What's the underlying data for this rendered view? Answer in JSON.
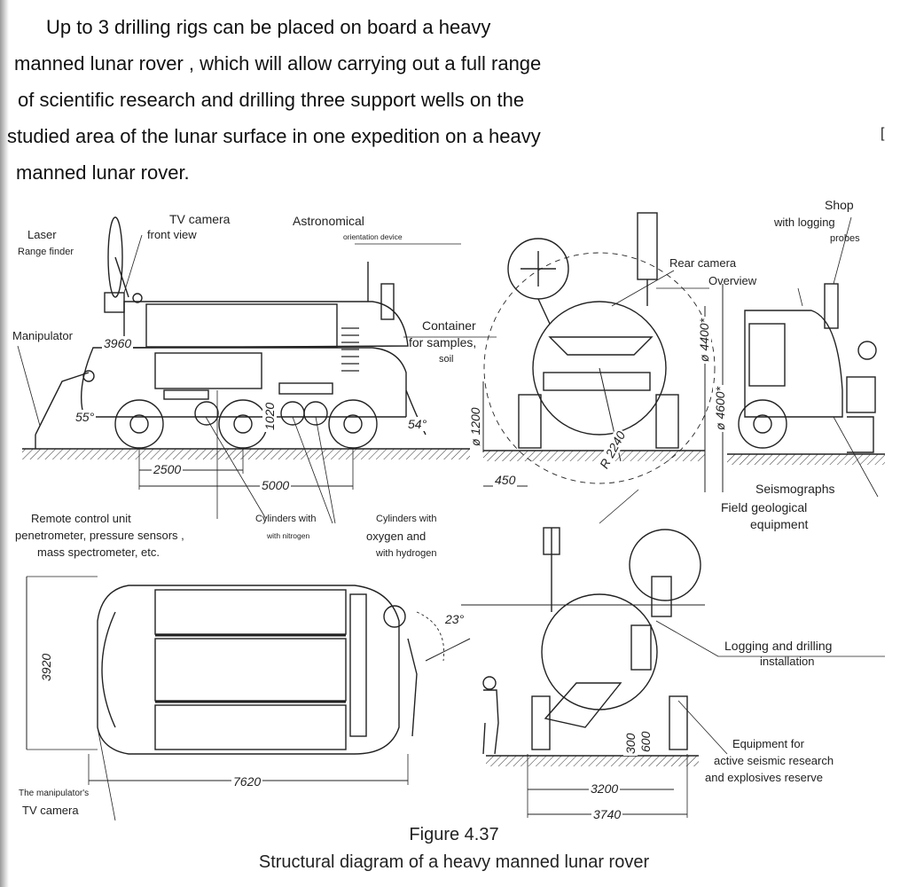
{
  "paragraph": {
    "lines": [
      "Up to 3 drilling rigs can be placed on board a heavy",
      "manned lunar rover , which will allow carrying out a full range",
      "of scientific research and drilling three support wells on the",
      "studied area of the lunar surface in one expedition on a heavy",
      "manned lunar rover."
    ]
  },
  "labels": {
    "laser": "Laser",
    "range_finder": "Range finder",
    "tv_camera": "TV camera",
    "front_view": "front view",
    "astronomical": "Astronomical",
    "orientation_device": "orientation device",
    "manipulator": "Manipulator",
    "container": "Container",
    "for_samples": "for samples,",
    "soil": "soil",
    "rear_camera": "Rear camera",
    "overview": "Overview",
    "shop": "Shop",
    "with_logging": "with logging",
    "probes": "probes",
    "seismographs": "Seismographs",
    "field_geological": "Field geological",
    "equipment": "equipment",
    "remote_control_unit": "Remote control unit",
    "penetrometer": "penetrometer, pressure sensors ,",
    "mass_spectrometer": "mass spectrometer, etc.",
    "cylinders_with": "Cylinders with",
    "with_nitrogen": "with nitrogen",
    "cylinders_with_2": "Cylinders with",
    "oxygen_and": "oxygen and",
    "with_hydrogen": "with hydrogen",
    "logging_drilling": "Logging and drilling",
    "installation": "installation",
    "equipment_for": "Equipment for",
    "active_seismic": "active seismic research",
    "explosives_reserve": "and explosives reserve",
    "manipulators": "The manipulator's",
    "manipulator_tv_camera": "TV camera",
    "stray_mark": "["
  },
  "dimensions": {
    "d3960": "3960",
    "d1020": "1020",
    "a55": "55°",
    "a54": "54°",
    "d2500": "2500",
    "d5000": "5000",
    "d1200": "ø 1200",
    "d450": "450",
    "r2240": "R 2240",
    "d4400": "ø 4400*",
    "d4600": "ø 4600*",
    "d3920": "3920",
    "d7620": "7620",
    "a23": "23°",
    "d300": "300",
    "d600": "600",
    "d3200": "3200",
    "d3740": "3740"
  },
  "figure": {
    "number": "Figure 4.37",
    "caption": "Structural diagram of a heavy manned lunar rover"
  }
}
